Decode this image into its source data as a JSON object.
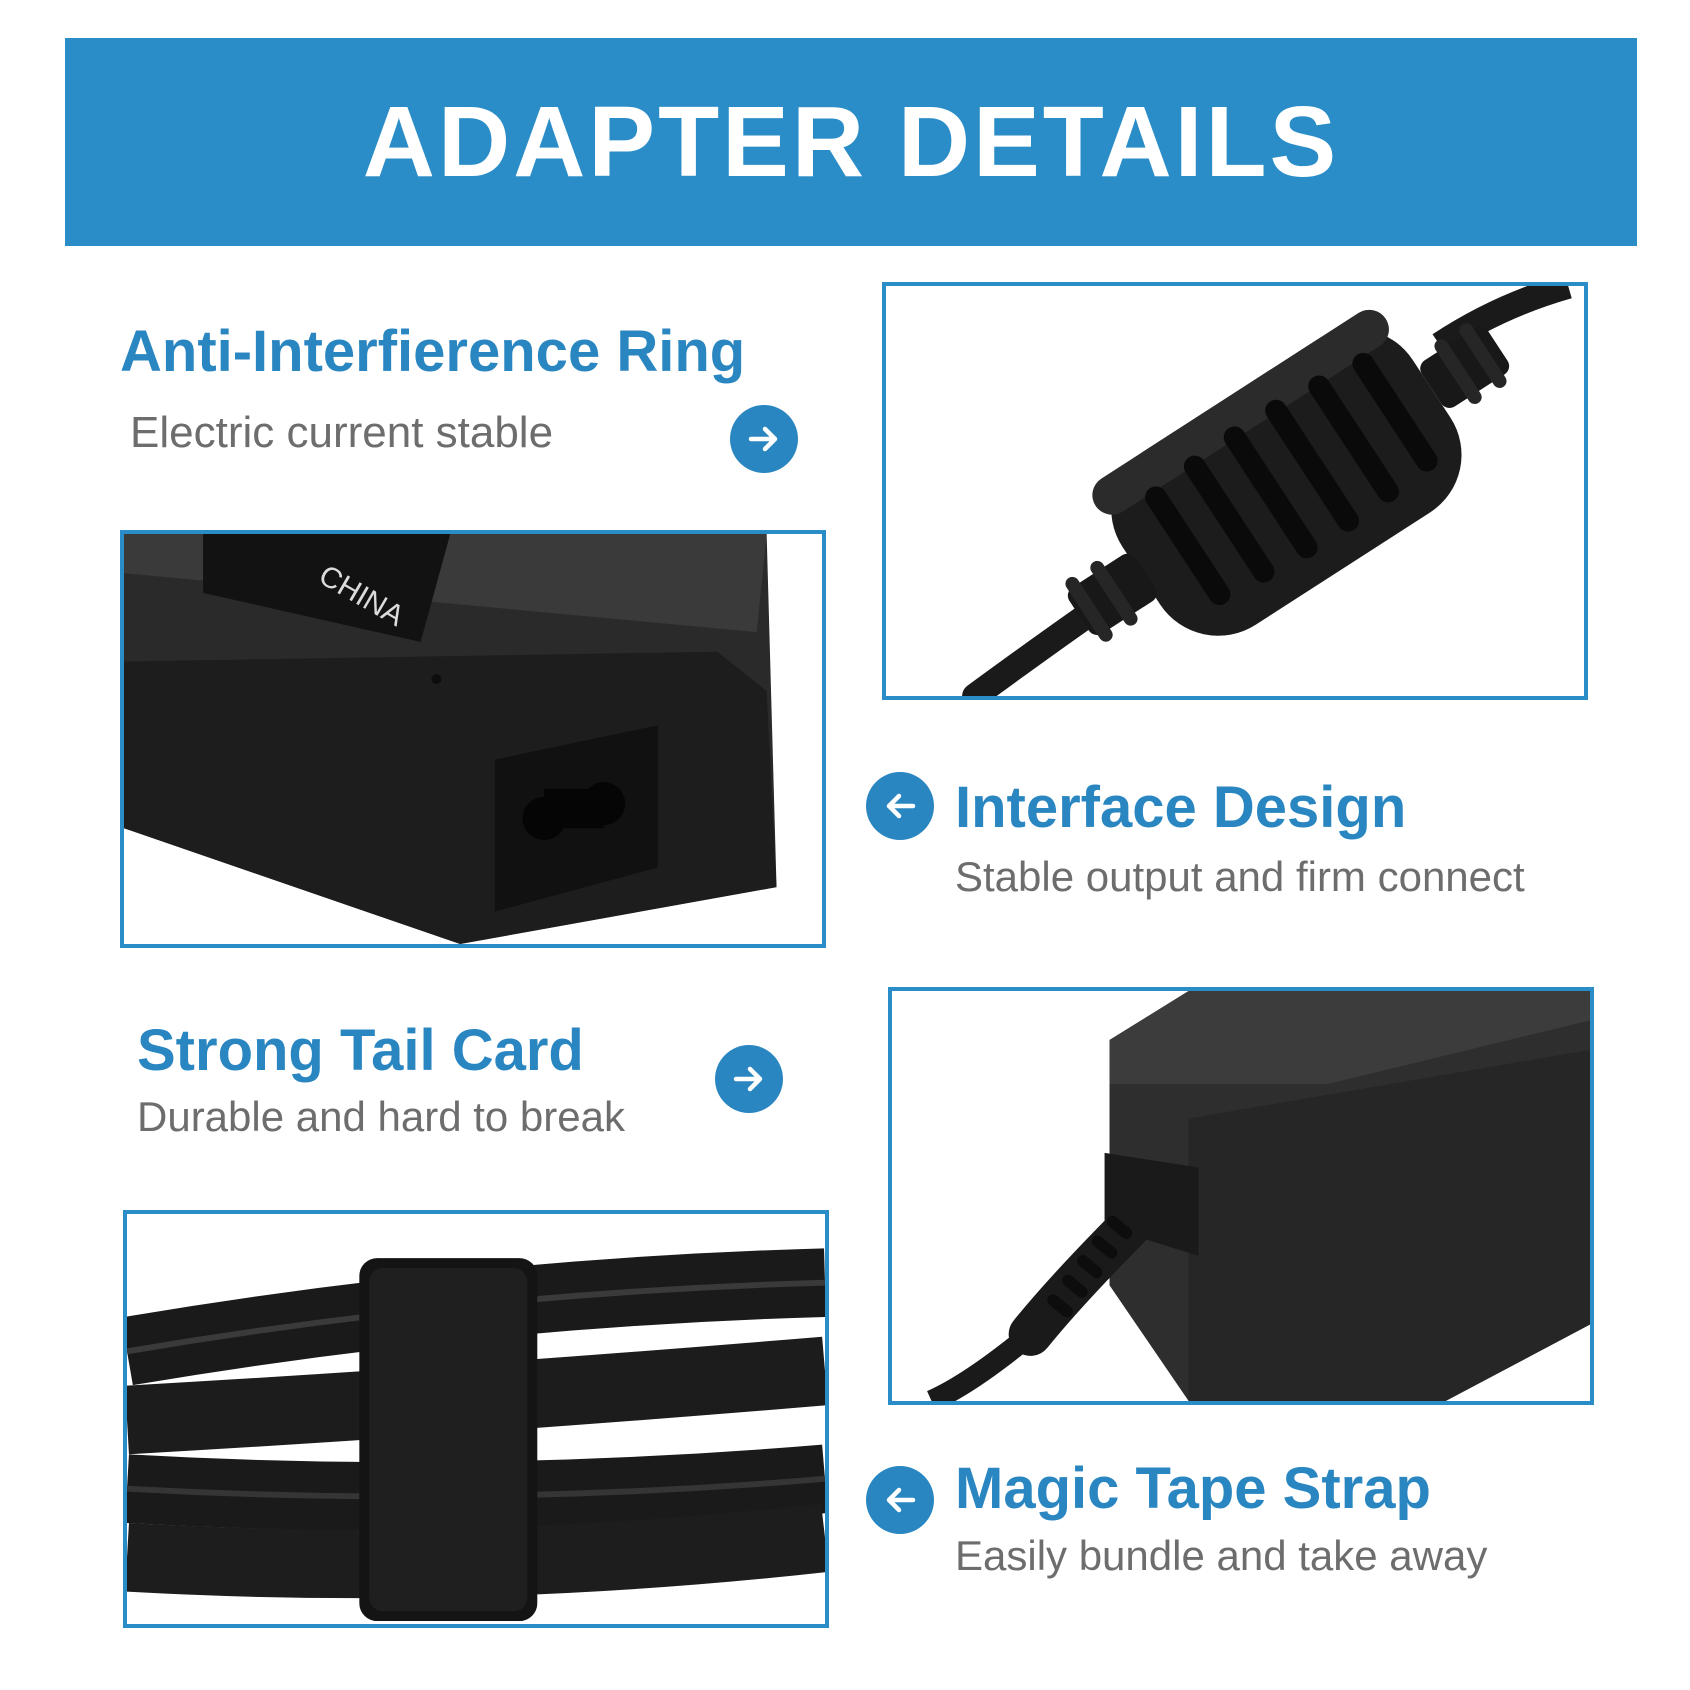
{
  "banner": {
    "title": "ADAPTER DETAILS"
  },
  "features": [
    {
      "title": "Anti-Interfierence Ring",
      "subtitle": "Electric current stable",
      "arrow_icon": "arrow-right-icon"
    },
    {
      "title": "Interface Design",
      "subtitle": "Stable output and firm connect",
      "arrow_icon": "arrow-left-icon"
    },
    {
      "title": "Strong Tail Card",
      "subtitle": "Durable and hard to break",
      "arrow_icon": "arrow-right-icon"
    },
    {
      "title": "Magic Tape Strap",
      "subtitle": "Easily bundle and take away",
      "arrow_icon": "arrow-left-icon"
    }
  ],
  "photos": {
    "adapter_label_text": "CHINA"
  },
  "colors": {
    "accent": "#2a8dc8",
    "title_blue": "#2a86c1",
    "subtitle_gray": "#6d6d6d"
  }
}
